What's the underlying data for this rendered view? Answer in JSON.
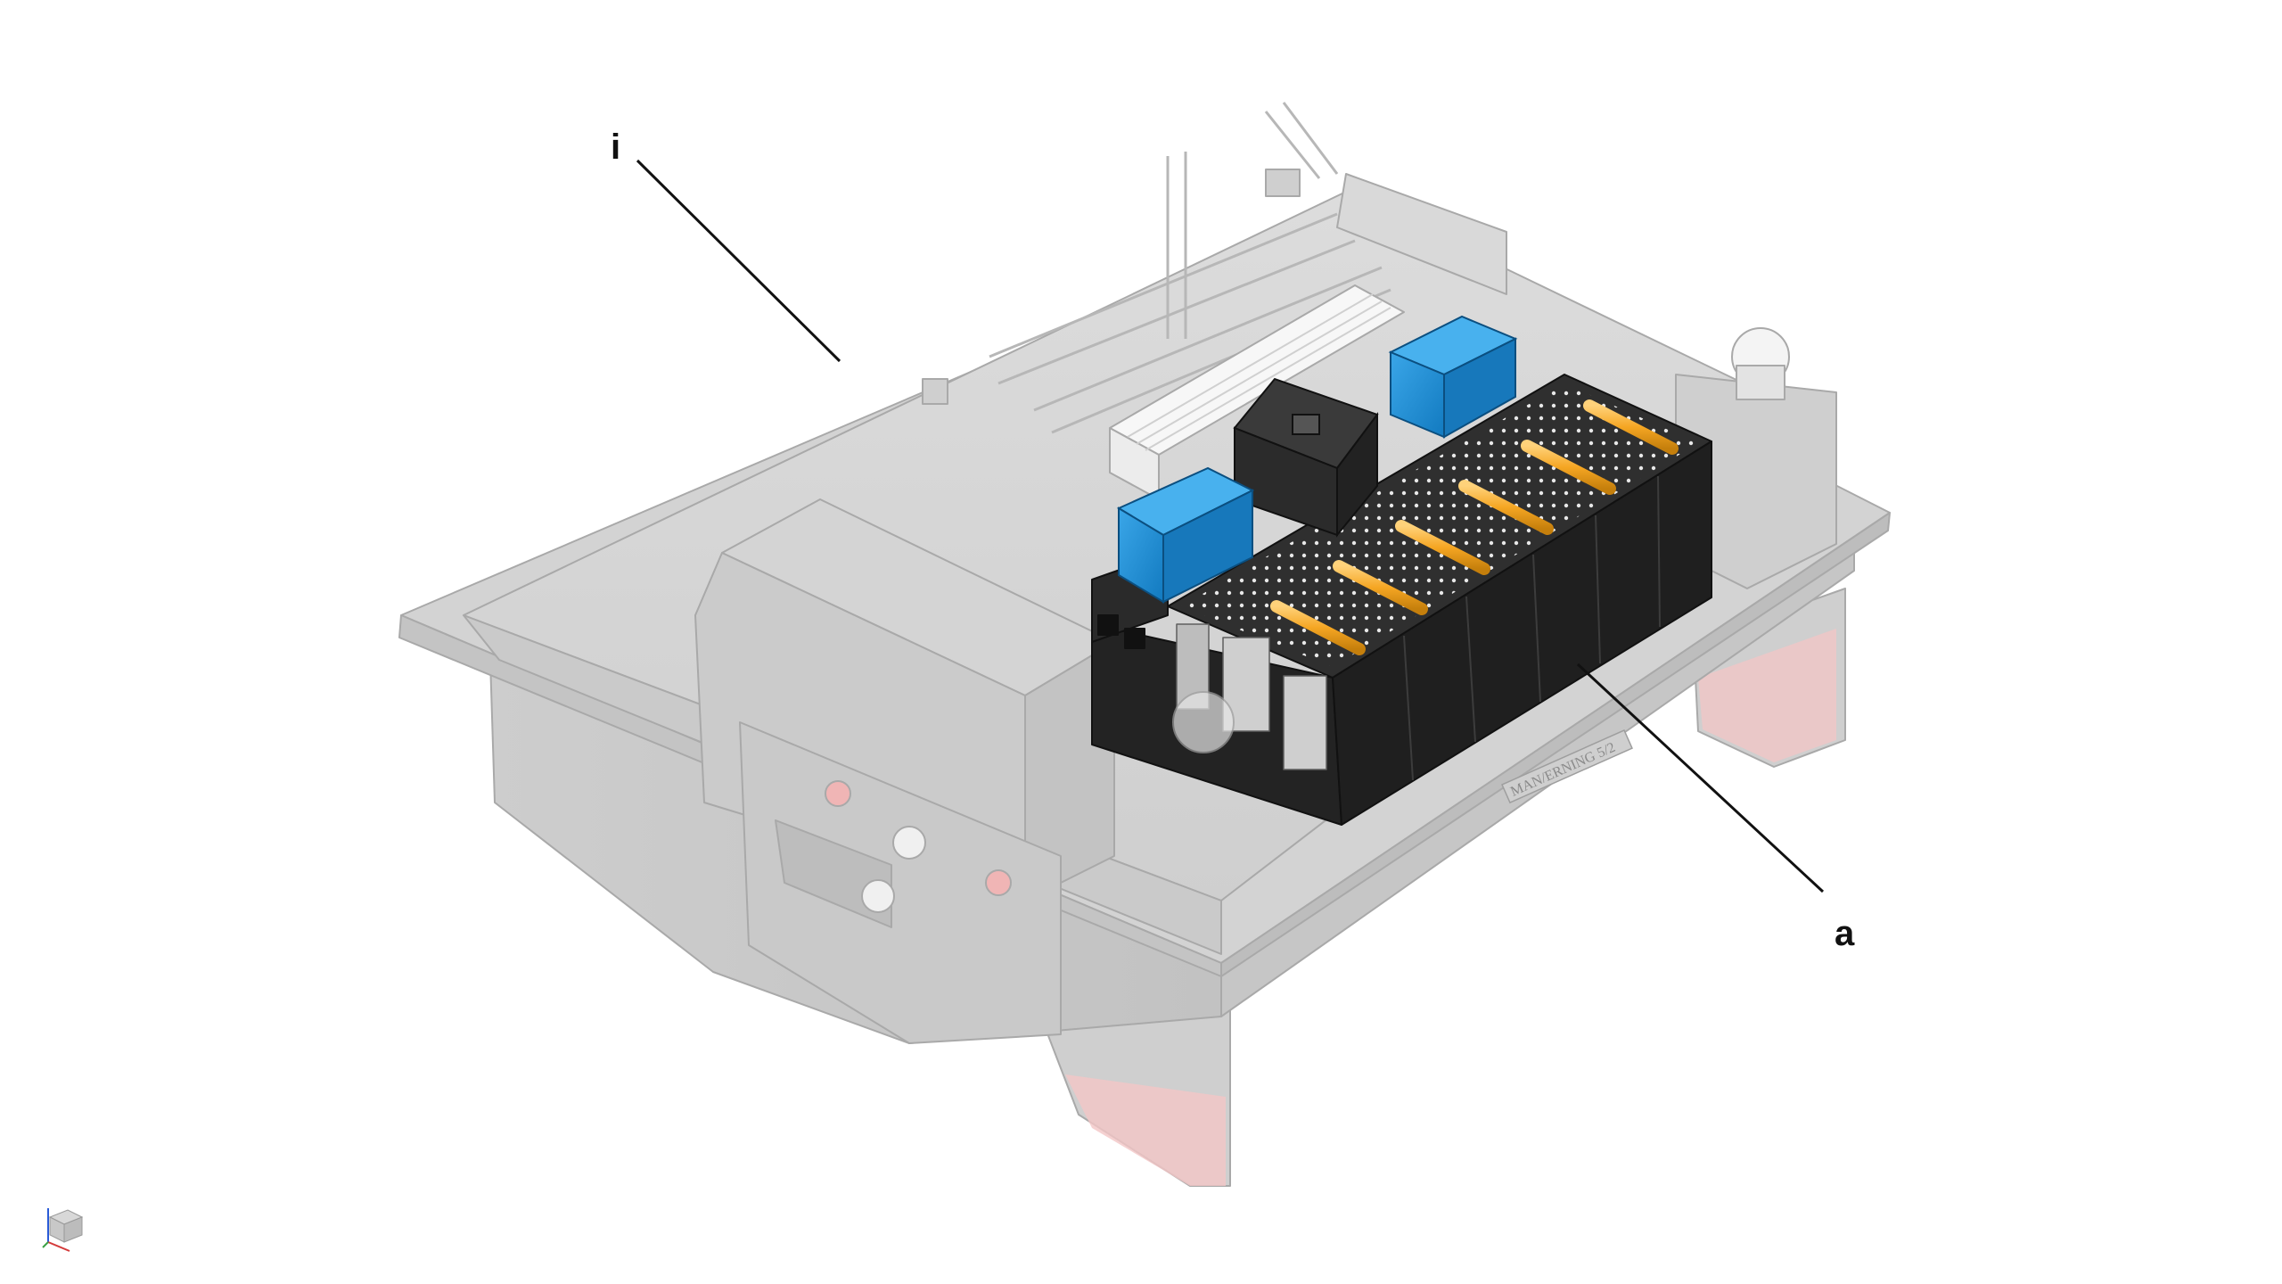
{
  "diagram": {
    "callouts": [
      {
        "id": "i",
        "label": "i"
      },
      {
        "id": "a",
        "label": "a"
      }
    ],
    "engraving_text": "MAN/ERNING 5/2",
    "colors": {
      "ghost_body": "#d6d6d6",
      "ghost_edge": "#a9a9a9",
      "module_dark": "#262626",
      "module_top": "#2f2f2f",
      "connector_blue": "#1e8fd6",
      "handle_orange": "#f5a623",
      "leader_line": "#111111",
      "foot_pink": "#f3c6c6"
    },
    "icons": {
      "axis_triad": "axis-triad-icon"
    }
  }
}
